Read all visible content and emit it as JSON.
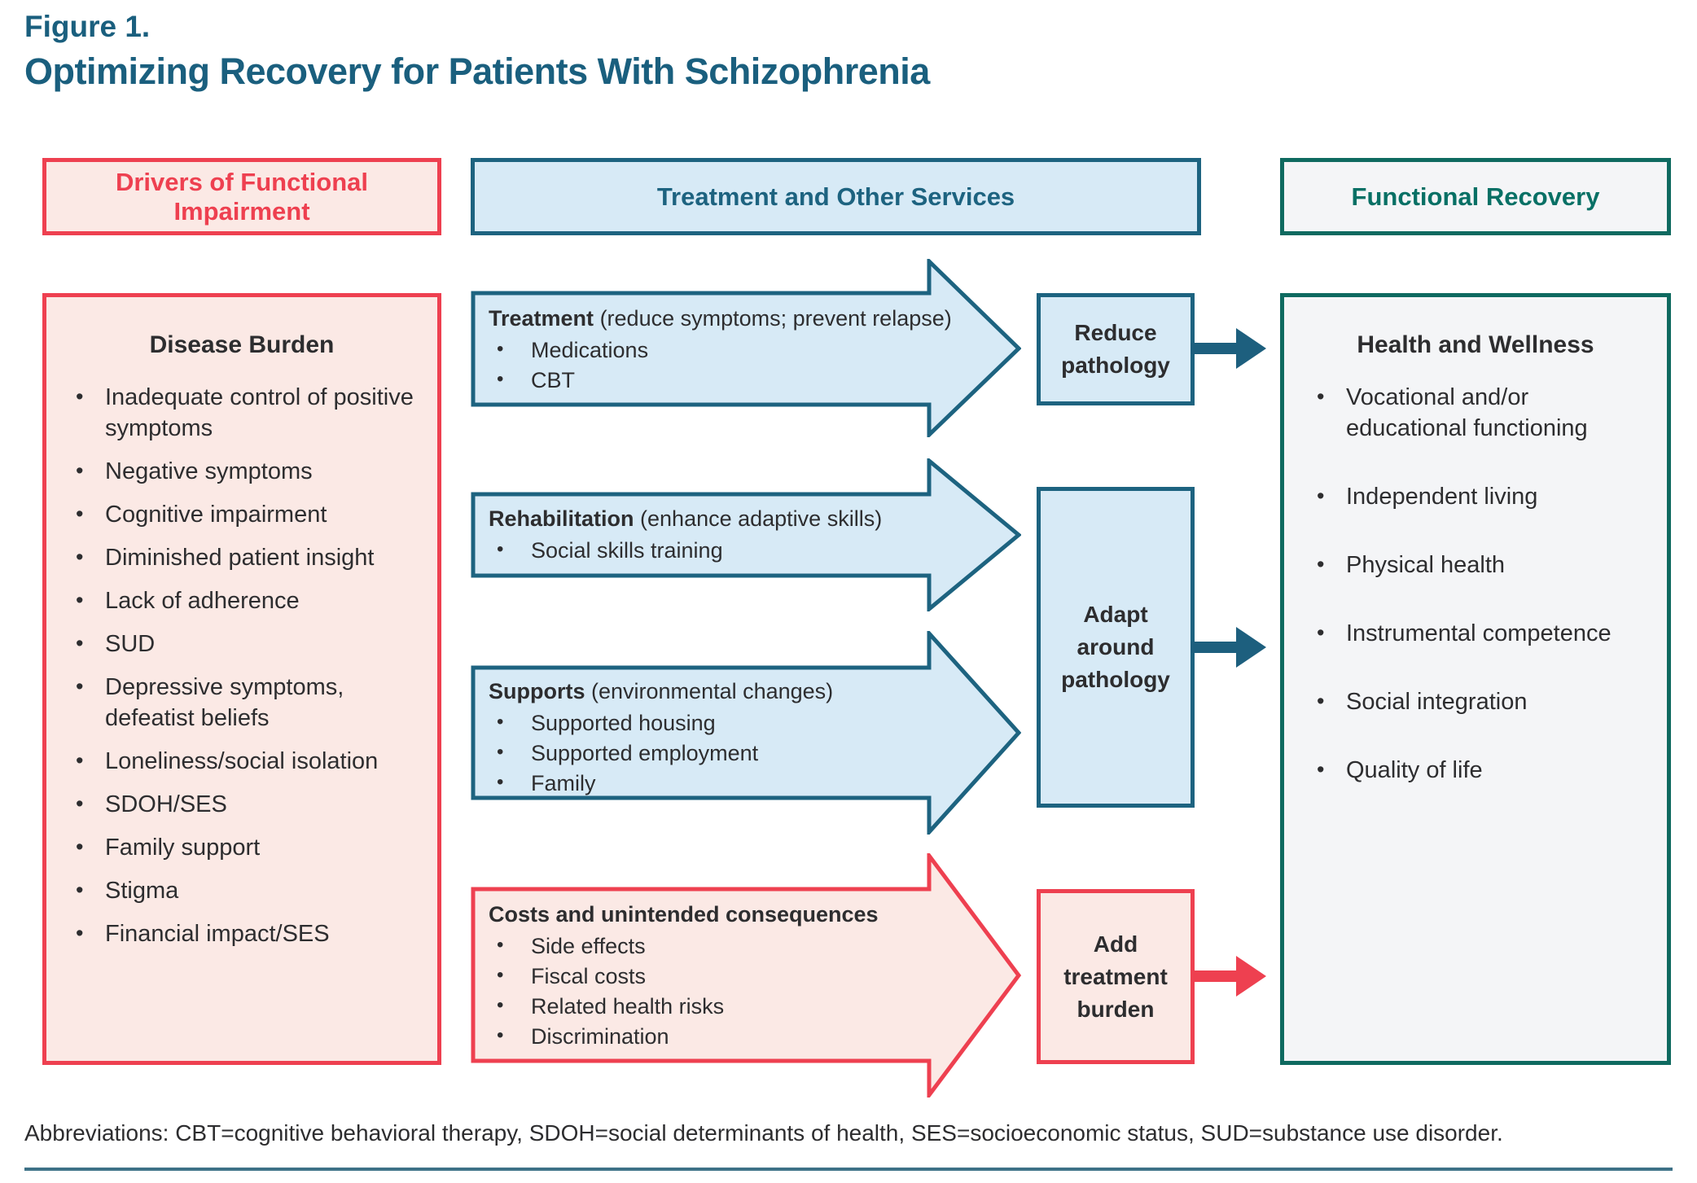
{
  "figure": {
    "label": "Figure 1.",
    "title": "Optimizing Recovery for Patients With Schizophrenia"
  },
  "headers": {
    "left": "Drivers of Functional Impairment",
    "middle": "Treatment and Other Services",
    "right": "Functional Recovery"
  },
  "left_panel": {
    "title": "Disease Burden",
    "items": [
      "Inadequate control of positive symptoms",
      "Negative symptoms",
      "Cognitive impairment",
      "Diminished patient insight",
      "Lack of adherence",
      "SUD",
      "Depressive symptoms, defeatist beliefs",
      "Loneliness/social isolation",
      "SDOH/SES",
      "Family support",
      "Stigma",
      "Financial impact/SES"
    ]
  },
  "arrows": {
    "treatment": {
      "title": "Treatment",
      "subtitle": "(reduce symptoms; prevent relapse)",
      "items": [
        "Medications",
        "CBT"
      ]
    },
    "rehabilitation": {
      "title": "Rehabilitation",
      "subtitle": "(enhance adaptive skills)",
      "items": [
        "Social skills training"
      ]
    },
    "supports": {
      "title": "Supports",
      "subtitle": "(environmental changes)",
      "items": [
        "Supported housing",
        "Supported employment",
        "Family"
      ]
    },
    "costs": {
      "title": "Costs and unintended consequences",
      "subtitle": "",
      "items": [
        "Side effects",
        "Fiscal costs",
        "Related health risks",
        "Discrimination"
      ]
    }
  },
  "mid_boxes": {
    "reduce": "Reduce pathology",
    "adapt": "Adapt around pathology",
    "add": "Add treatment burden"
  },
  "right_panel": {
    "title": "Health and Wellness",
    "items": [
      "Vocational and/or educational functioning",
      "Independent living",
      "Physical health",
      "Instrumental competence",
      "Social integration",
      "Quality of life"
    ]
  },
  "footer": {
    "abbreviations": "Abbreviations: CBT=cognitive behavioral therapy, SDOH=social determinants of health, SES=socioeconomic status, SUD=substance use disorder."
  },
  "colors": {
    "dark_teal_blue": "#1d6380",
    "light_blue_fill": "#d7eaf6",
    "red": "#ee4050",
    "pink_fill": "#fbe9e5",
    "green_teal_border": "#0f6a60",
    "green_teal_text": "#087065",
    "gray_fill": "#f4f5f7",
    "body_text": "#2d2d2f",
    "title_teal": "#1a5f7e",
    "footer_rule": "#3e7287"
  }
}
